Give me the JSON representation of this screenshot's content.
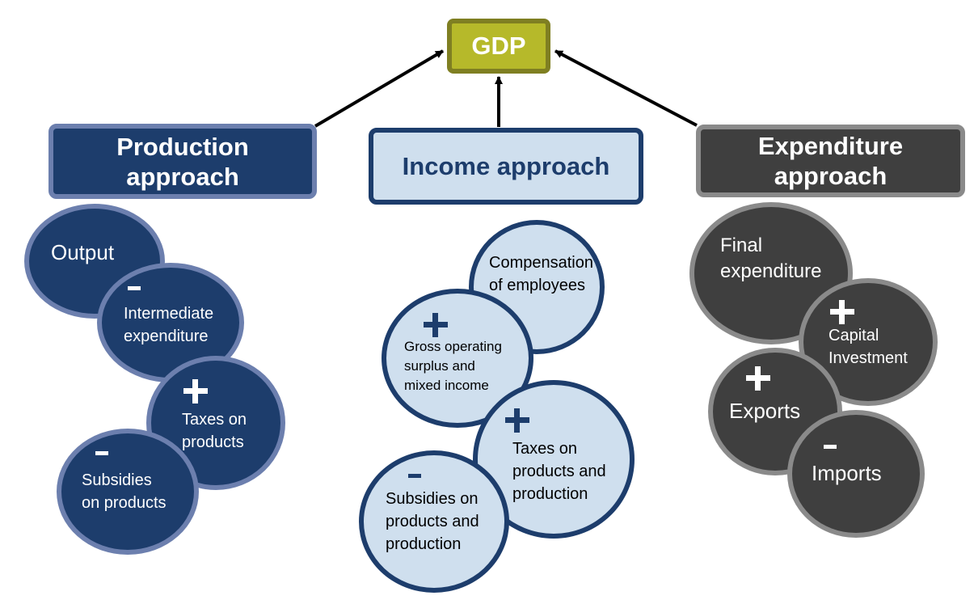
{
  "gdp": {
    "label": "GDP"
  },
  "production": {
    "title_line1": "Production",
    "title_line2": "approach",
    "items": {
      "output": "Output",
      "intermediate_line1": "Intermediate",
      "intermediate_line2": "expenditure",
      "taxes_line1": "Taxes on",
      "taxes_line2": "products",
      "subsidies_line1": "Subsidies",
      "subsidies_line2": "on products"
    }
  },
  "income": {
    "title": "Income approach",
    "items": {
      "compensation_line1": "Compensation",
      "compensation_line2": "of employees",
      "gross_line1": "Gross operating",
      "gross_line2": "surplus and",
      "gross_line3": "mixed income",
      "taxes_line1": "Taxes on",
      "taxes_line2": "products and",
      "taxes_line3": "production",
      "subsidies_line1": "Subsidies on",
      "subsidies_line2": "products and",
      "subsidies_line3": "production"
    }
  },
  "expenditure": {
    "title_line1": "Expenditure",
    "title_line2": "approach",
    "items": {
      "final_line1": "Final",
      "final_line2": "expenditure",
      "capital_line1": "Capital",
      "capital_line2": "Investment",
      "exports": "Exports",
      "imports": "Imports"
    }
  },
  "colors": {
    "gdp_fill": "#b6b92a",
    "gdp_border": "#7f7f22",
    "production_fill": "#1d3d6c",
    "production_border": "#6c7fae",
    "income_fill": "#cfdfee",
    "income_border": "#1d3d6c",
    "expenditure_fill": "#3f3f3f",
    "expenditure_border": "#8a8a8a"
  }
}
